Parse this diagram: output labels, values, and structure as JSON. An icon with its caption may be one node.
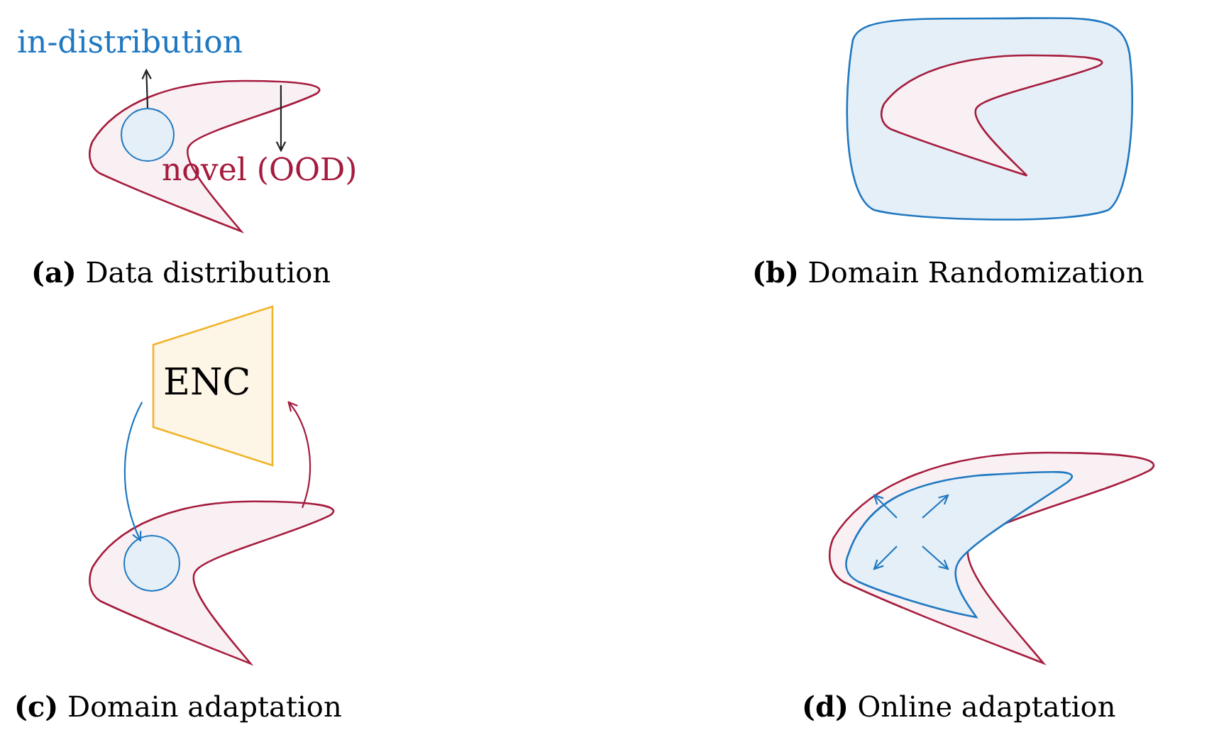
{
  "diagram": {
    "nodes": [
      {
        "text": [
          "in-distribution"
        ]
      },
      {
        "text": [],
        "shape": "picture"
      },
      {
        "text": [],
        "shape": "circle",
        "in": 1
      },
      {
        "text": [
          "novel (OOD)"
        ]
      },
      {
        "text": [
          "ENC"
        ]
      },
      {
        "text": [],
        "shape": "picture"
      },
      {
        "text": [],
        "shape": "circle",
        "in": 5
      }
    ],
    "edges": [
      {
        "from": 2,
        "to": 0,
        "arrow": "to"
      },
      {
        "from": 1,
        "to": 3,
        "arrow": "to"
      },
      {
        "from": 4,
        "to": 6,
        "arrow": "to",
        "color": "#1f78c1"
      },
      {
        "from": 5,
        "to": 4,
        "arrow": "to",
        "color": "#a51b3d"
      }
    ],
    "labels": [
      "**(a)** Data distribution",
      "**(b)** Domain Randomization",
      "**(c)** Domain adaptation",
      "**(d)** Online adaptation"
    ]
  }
}
